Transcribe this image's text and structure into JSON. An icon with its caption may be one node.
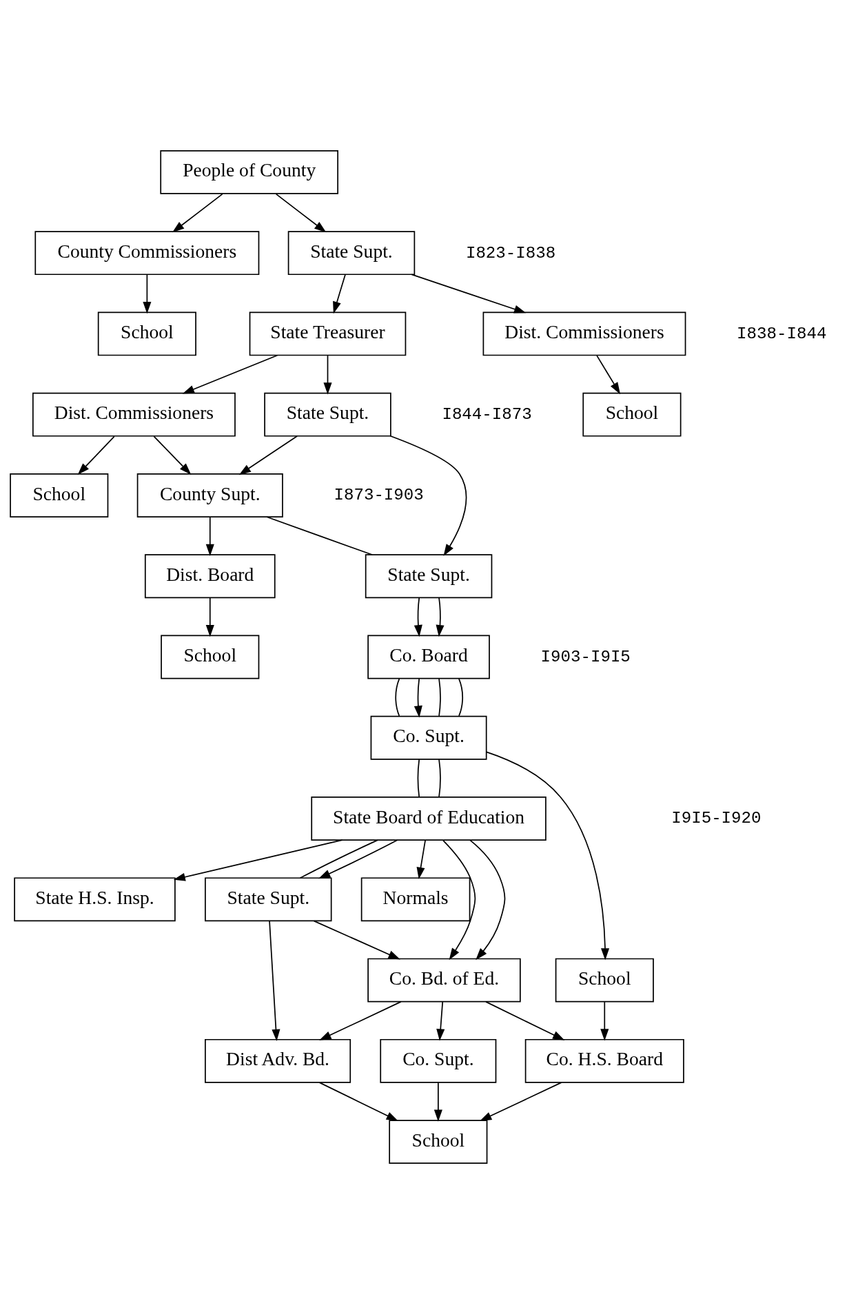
{
  "diagram": {
    "nodes": [
      {
        "text": [
          "People of County"
        ]
      },
      {
        "text": [
          "County Commissioners"
        ]
      },
      {
        "text": [
          "School"
        ]
      },
      {
        "text": [
          "State Supt."
        ]
      },
      {
        "text": [
          "Dist. Commissioners"
        ]
      },
      {
        "text": [
          "School"
        ]
      },
      {
        "text": [
          "State Treasurer"
        ]
      },
      {
        "text": [
          "Dist. Commissioners"
        ]
      },
      {
        "text": [
          "School"
        ]
      },
      {
        "text": [
          "State Supt."
        ]
      },
      {
        "text": [
          "County Supt."
        ]
      },
      {
        "text": [
          "Dist. Board"
        ]
      },
      {
        "text": [
          "School"
        ]
      },
      {
        "text": [
          "State Supt."
        ]
      },
      {
        "text": [
          "Co. Board"
        ]
      },
      {
        "text": [
          "Co. Supt."
        ]
      },
      {
        "text": [
          "School"
        ]
      },
      {
        "text": [
          "State Board of Education"
        ]
      },
      {
        "text": [
          "State H.S. Insp."
        ]
      },
      {
        "text": [
          "State Supt."
        ]
      },
      {
        "text": [
          "Normals"
        ]
      },
      {
        "text": [
          "Co. Bd. of Ed."
        ]
      },
      {
        "text": [
          "Co. H.S. Board"
        ]
      },
      {
        "text": [
          "Dist Adv. Bd."
        ]
      },
      {
        "text": [
          "Co. Supt."
        ]
      },
      {
        "text": [
          "School"
        ]
      }
    ],
    "edges": [
      {
        "from": 0,
        "to": 1,
        "arrow": "to"
      },
      {
        "from": 1,
        "to": 2,
        "arrow": "to"
      },
      {
        "from": 0,
        "to": 3,
        "arrow": "to"
      },
      {
        "from": 3,
        "to": 4,
        "arrow": "to"
      },
      {
        "from": 4,
        "to": 5,
        "arrow": "to"
      },
      {
        "from": 3,
        "to": 6,
        "arrow": "to"
      },
      {
        "from": 6,
        "to": 7,
        "arrow": "to"
      },
      {
        "from": 7,
        "to": 8,
        "arrow": "to"
      },
      {
        "from": 6,
        "to": 9,
        "arrow": "to"
      },
      {
        "from": 9,
        "to": 10,
        "arrow": "to"
      },
      {
        "from": 7,
        "to": 10,
        "arrow": "to"
      },
      {
        "from": 10,
        "to": 11,
        "arrow": "to"
      },
      {
        "from": 11,
        "to": 12,
        "arrow": "to"
      },
      {
        "from": 9,
        "to": 13,
        "arrow": "to"
      },
      {
        "from": 10,
        "to": 13,
        "arrow": "none"
      },
      {
        "from": 13,
        "to": 14,
        "arrow": "to"
      },
      {
        "from": 13,
        "to": 14,
        "arrow": "to"
      },
      {
        "from": 14,
        "to": 15,
        "arrow": "none"
      },
      {
        "from": 14,
        "to": 15,
        "arrow": "to"
      },
      {
        "from": 14,
        "to": 15,
        "arrow": "none"
      },
      {
        "from": 14,
        "to": 15,
        "arrow": "none"
      },
      {
        "from": 15,
        "to": 16,
        "arrow": "to"
      },
      {
        "from": 15,
        "to": 17,
        "arrow": "none"
      },
      {
        "from": 15,
        "to": 17,
        "arrow": "none"
      },
      {
        "from": 16,
        "to": 22,
        "arrow": "to"
      },
      {
        "from": 17,
        "to": 18,
        "arrow": "to"
      },
      {
        "from": 17,
        "to": 21,
        "arrow": "to"
      },
      {
        "from": 17,
        "to": 21,
        "arrow": "to"
      },
      {
        "from": 17,
        "to": 19,
        "arrow": "none"
      },
      {
        "from": 17,
        "to": 19,
        "arrow": "to"
      },
      {
        "from": 17,
        "to": 20,
        "arrow": "to"
      },
      {
        "from": 19,
        "to": 21,
        "arrow": "to"
      },
      {
        "from": 19,
        "to": 23,
        "arrow": "to"
      },
      {
        "from": 21,
        "to": 22,
        "arrow": "to"
      },
      {
        "from": 21,
        "to": 23,
        "arrow": "to"
      },
      {
        "from": 21,
        "to": 24,
        "arrow": "to"
      },
      {
        "from": 22,
        "to": 25,
        "arrow": "to"
      },
      {
        "from": 24,
        "to": 25,
        "arrow": "to"
      },
      {
        "from": 23,
        "to": 25,
        "arrow": "to"
      }
    ],
    "labels": [
      "I823-I838",
      "I838-I844",
      "I844-I873",
      "I873-I903",
      "I903-I9I5",
      "I9I5-I920"
    ]
  }
}
